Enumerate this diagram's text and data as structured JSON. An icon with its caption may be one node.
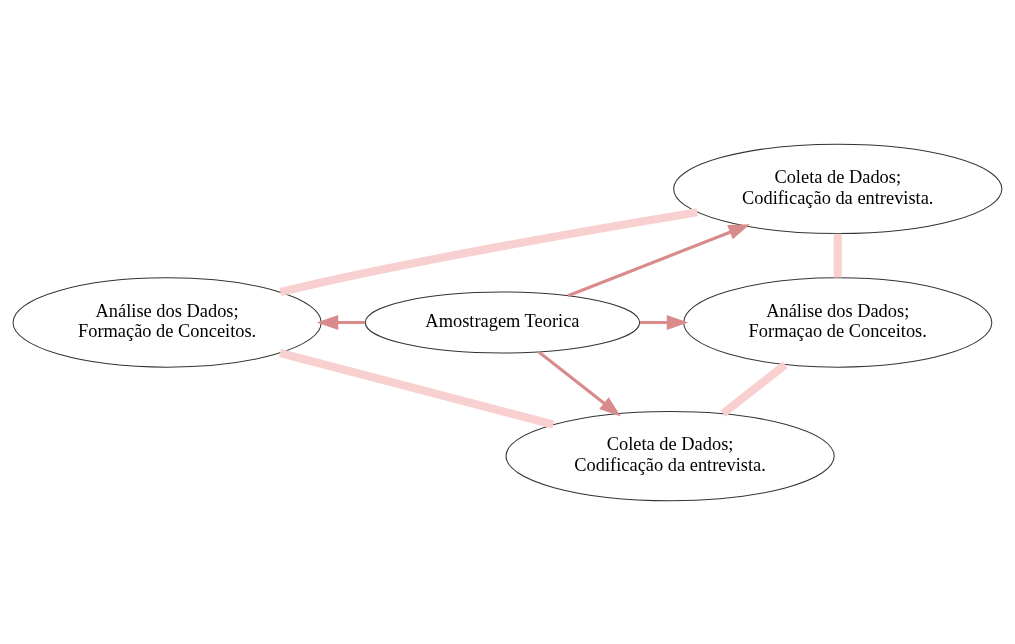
{
  "diagram": {
    "nodes": [
      {
        "text": [
          "Coleta de Dados;",
          "Codificação da entrevista."
        ]
      },
      {
        "text": [
          "Análise dos Dados;",
          "Formação de Conceitos."
        ]
      },
      {
        "text": [
          "Amostragem Teorica"
        ]
      },
      {
        "text": [
          "Análise dos Dados;",
          "Formaçao de Conceitos."
        ]
      },
      {
        "text": [
          "Coleta de Dados;",
          "Codificação da entrevista."
        ]
      }
    ],
    "edges": [
      {
        "from": 2,
        "to": 0,
        "arrow": "to",
        "color": "#d98a8a"
      },
      {
        "from": 2,
        "to": 1,
        "arrow": "to",
        "color": "#d98a8a"
      },
      {
        "from": 2,
        "to": 3,
        "arrow": "to",
        "color": "#d98a8a"
      },
      {
        "from": 2,
        "to": 4,
        "arrow": "to",
        "color": "#d98a8a"
      },
      {
        "from": 0,
        "to": 3,
        "arrow": "none",
        "style": "thick",
        "color": "#f9d0d0"
      },
      {
        "from": 3,
        "to": 4,
        "arrow": "none",
        "style": "thick",
        "color": "#f9d0d0"
      },
      {
        "from": 4,
        "to": 1,
        "arrow": "none",
        "style": "thick",
        "color": "#f9d0d0"
      },
      {
        "from": 1,
        "to": 0,
        "arrow": "none",
        "style": "thick",
        "color": "#f9d0d0"
      }
    ]
  }
}
